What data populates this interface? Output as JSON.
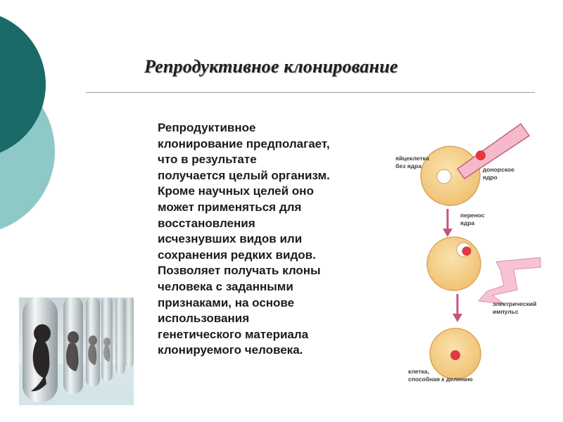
{
  "slide": {
    "title": "Репродуктивное клонирование",
    "body_lines": [
      "Репродуктивное",
      "клонирование предполагает,",
      "что в результате",
      "получается целый организм.",
      "Кроме научных целей оно",
      "может применяться для",
      "восстановления",
      "исчезнувших видов или",
      "сохранения редких видов.",
      "Позволяет получать клоны",
      "человека с заданными",
      "признаками, на основе",
      "использования",
      "генетического материала",
      "клонируемого человека."
    ]
  },
  "diagram": {
    "egg_label": [
      "яйцеклетка",
      "без ядра"
    ],
    "donor_label": [
      "донорское",
      "ядро"
    ],
    "transfer_label": [
      "перенос",
      "ядра"
    ],
    "pulse_label": [
      "электрический",
      "импульс"
    ],
    "cell_label": [
      "клетка,",
      "способная к делению"
    ]
  },
  "colors": {
    "teal_dark": "#1a6a67",
    "teal_light": "#8ec9c8",
    "cell_fill": "#f6d28f",
    "nucleus": "#e2383f",
    "arrow_pink": "#c2567f",
    "pipette_fill": "#f5b9c9"
  }
}
